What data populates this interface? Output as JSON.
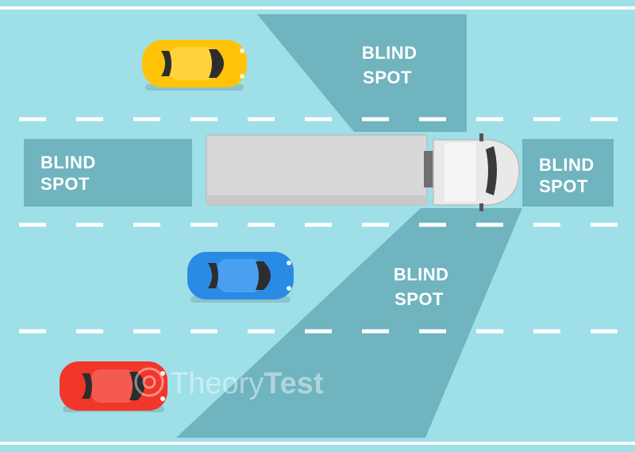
{
  "colors": {
    "road": "#9fdfe8",
    "blind_spot_zone": "#5fa6b1",
    "lane_marking": "#ffffff",
    "truck_trailer": "#d8d8d8",
    "truck_cab": "#e9e9e9",
    "yellow_car": "#ffc40a",
    "blue_car": "#2a8be5",
    "red_car": "#f1362a"
  },
  "blind_spots": {
    "top_right": [
      "BLIND",
      "SPOT"
    ],
    "left": [
      "BLIND",
      "SPOT"
    ],
    "front": [
      "BLIND",
      "SPOT"
    ],
    "bottom_right": [
      "BLIND",
      "SPOT"
    ]
  },
  "icons": [
    "truck-icon",
    "yellow-car-icon",
    "blue-car-icon",
    "red-car-icon",
    "watermark-logo-icon"
  ],
  "watermark": {
    "part1": "Theory",
    "part2": "Test"
  }
}
